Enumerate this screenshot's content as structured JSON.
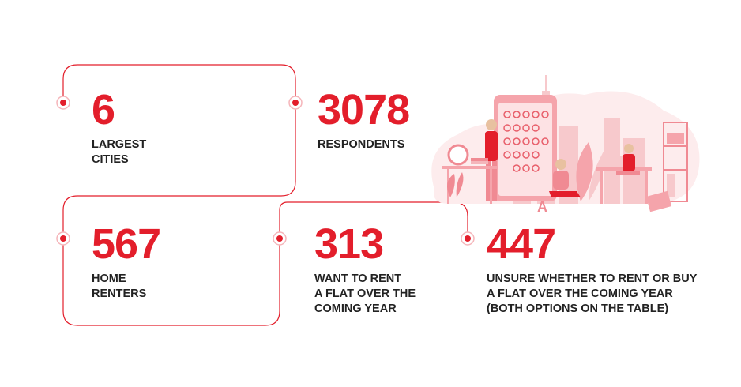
{
  "colors": {
    "accent": "#e31e2b",
    "text": "#222222",
    "line": "#e31e2b",
    "illustration": "#f7c9cc"
  },
  "stats": [
    {
      "number": "6",
      "label": "LARGEST\nCITIES"
    },
    {
      "number": "3078",
      "label": "RESPONDENTS"
    },
    {
      "number": "567",
      "label": "HOME\nRENTERS"
    },
    {
      "number": "313",
      "label": "WANT TO RENT\nA FLAT OVER THE\nCOMING YEAR"
    },
    {
      "number": "447",
      "label": "UNSURE WHETHER TO RENT OR BUY\nA FLAT OVER THE COMING YEAR\n(BOTH OPTIONS ON THE TABLE)"
    }
  ],
  "illustration": {
    "name": "people-renting-city-illustration",
    "letter": "A"
  }
}
